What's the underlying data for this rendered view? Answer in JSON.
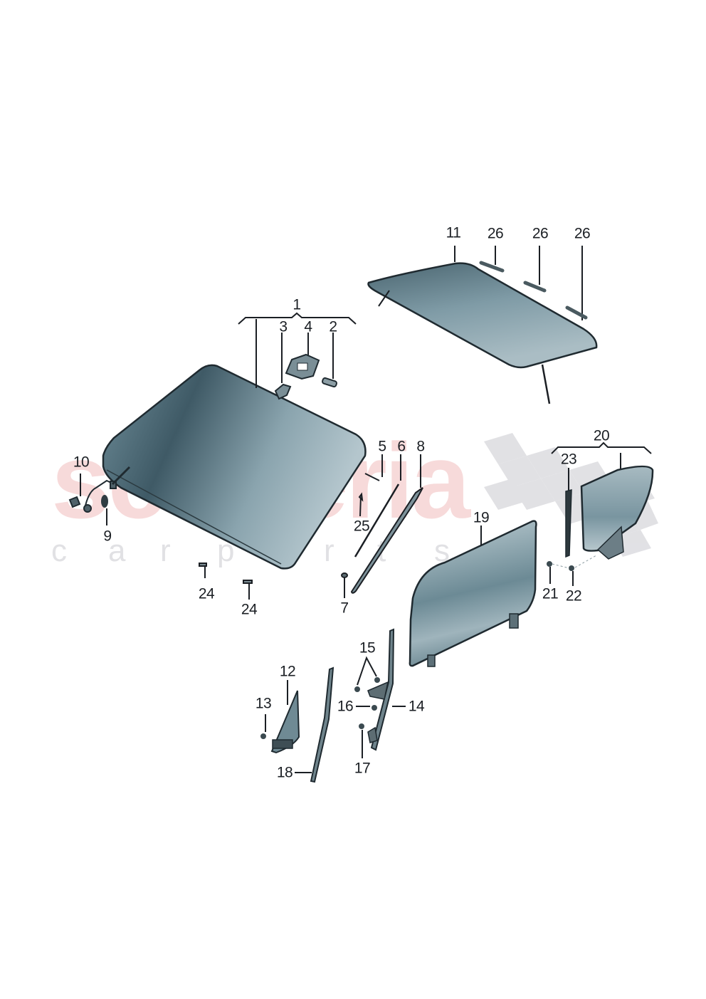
{
  "diagram": {
    "type": "exploded-parts-diagram",
    "subject": "Windshield, roof glass, door and quarter window glass assembly",
    "watermark": {
      "brand": "scuderia",
      "tagline_letters": [
        "c",
        "a",
        "r",
        "p",
        "a",
        "r",
        "t",
        "s"
      ]
    },
    "colors": {
      "glass_dark": "#3f5a66",
      "glass_mid": "#6f8e9a",
      "glass_light": "#b4c6cd",
      "outline": "#1f2a30",
      "label": "#1b1f24",
      "watermark_red": "#e89696",
      "watermark_gray": "#c8c8cd",
      "flag_gray": "#d9d9de"
    },
    "callouts": [
      {
        "id": "c1",
        "label": "1",
        "part": "windshield-assembly"
      },
      {
        "id": "c2",
        "label": "2",
        "part": "sensor-cover"
      },
      {
        "id": "c3",
        "label": "3",
        "part": "mirror-mount-pad"
      },
      {
        "id": "c4",
        "label": "4",
        "part": "sensor-bracket"
      },
      {
        "id": "c5",
        "label": "5",
        "part": "trim-strip"
      },
      {
        "id": "c6",
        "label": "6",
        "part": "seal-strip"
      },
      {
        "id": "c7",
        "label": "7",
        "part": "clip"
      },
      {
        "id": "c8",
        "label": "8",
        "part": "a-pillar-molding"
      },
      {
        "id": "c9",
        "label": "9",
        "part": "grommet"
      },
      {
        "id": "c10",
        "label": "10",
        "part": "heater-wire-connector"
      },
      {
        "id": "c11",
        "label": "11",
        "part": "roof-glass"
      },
      {
        "id": "c26a",
        "label": "26",
        "part": "roof-trim-strip"
      },
      {
        "id": "c26b",
        "label": "26",
        "part": "roof-trim-strip"
      },
      {
        "id": "c26c",
        "label": "26",
        "part": "roof-trim-strip"
      },
      {
        "id": "c12",
        "label": "12",
        "part": "vent-window-glass"
      },
      {
        "id": "c13",
        "label": "13",
        "part": "nut"
      },
      {
        "id": "c14",
        "label": "14",
        "part": "window-guide-rail"
      },
      {
        "id": "c15",
        "label": "15",
        "part": "nut"
      },
      {
        "id": "c16",
        "label": "16",
        "part": "nut"
      },
      {
        "id": "c17",
        "label": "17",
        "part": "nut"
      },
      {
        "id": "c18",
        "label": "18",
        "part": "window-channel"
      },
      {
        "id": "c19",
        "label": "19",
        "part": "door-glass"
      },
      {
        "id": "c20",
        "label": "20",
        "part": "quarter-window-assembly"
      },
      {
        "id": "c21",
        "label": "21",
        "part": "screw"
      },
      {
        "id": "c22",
        "label": "22",
        "part": "washer"
      },
      {
        "id": "c23",
        "label": "23",
        "part": "quarter-window-seal"
      },
      {
        "id": "c24a",
        "label": "24",
        "part": "spacer"
      },
      {
        "id": "c24b",
        "label": "24",
        "part": "spacer"
      },
      {
        "id": "c25",
        "label": "25",
        "part": "clip"
      }
    ]
  }
}
